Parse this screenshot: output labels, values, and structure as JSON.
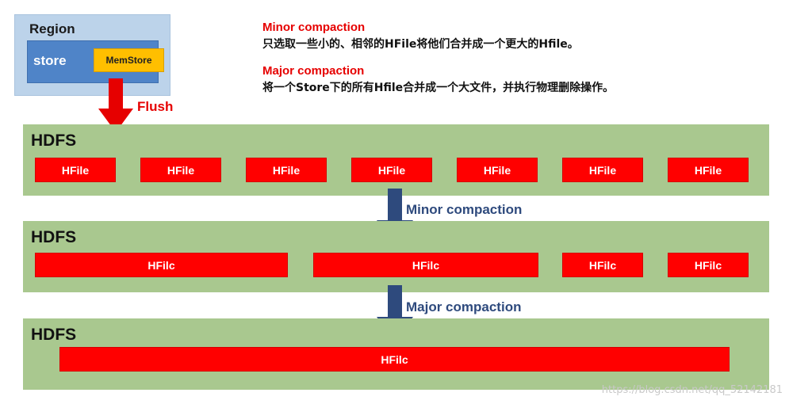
{
  "region": {
    "title": "Region",
    "store_label": "store",
    "memstore_label": "MemStore"
  },
  "flush": {
    "label": "Flush"
  },
  "legend": {
    "minor_title": "Minor compaction",
    "minor_desc": "只选取一些小的、相邻的HFile将他们合并成一个更大的Hfile。",
    "major_title": "Major compaction",
    "major_desc": "将一个Store下的所有Hfile合并成一个大文件，并执行物理删除操作。"
  },
  "hdfs_label": "HDFS",
  "hfile_label": "HFile",
  "hfile_label_merged": "HFilc",
  "arrows": {
    "minor": "Minor compaction",
    "major": "Major compaction"
  },
  "watermark": "https://blog.csdn.net/qq_52142181",
  "colors": {
    "region_bg": "#bcd3ea",
    "store_bg": "#4f84c8",
    "memstore_bg": "#ffbf00",
    "hdfs_bg": "#a9c88f",
    "hfile_bg": "#ff0000",
    "flush_arrow": "#e60000",
    "compaction_arrow": "#2e4a7d"
  }
}
